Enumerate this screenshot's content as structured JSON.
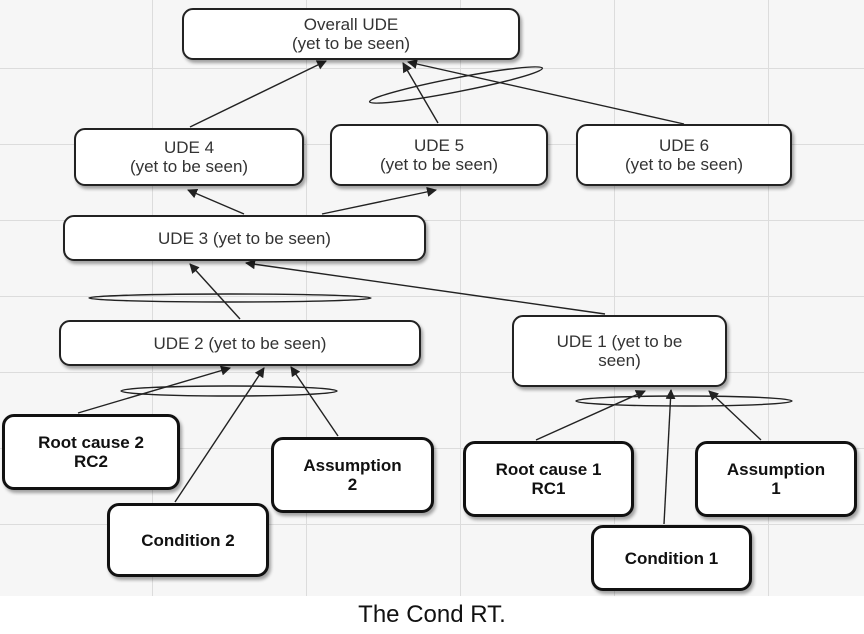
{
  "nodes": {
    "overall_ude": "Overall UDE\n(yet to be seen)",
    "ude4": "UDE 4\n(yet to be seen)",
    "ude5": "UDE 5\n(yet to be seen)",
    "ude6": "UDE 6\n(yet to be seen)",
    "ude3": "UDE 3 (yet to be seen)",
    "ude2": "UDE 2 (yet to be seen)",
    "ude1": "UDE 1 (yet to be\nseen)",
    "root_cause_2": "Root cause 2\nRC2",
    "condition_2": "Condition 2",
    "assumption_2": "Assumption\n2",
    "root_cause_1": "Root cause 1\nRC1",
    "condition_1": "Condition 1",
    "assumption_1": "Assumption\n1"
  },
  "caption": "The Cond RT.",
  "colors": {
    "line": "#222222",
    "grid": "#dcdcdc",
    "background": "#f6f6f6"
  }
}
